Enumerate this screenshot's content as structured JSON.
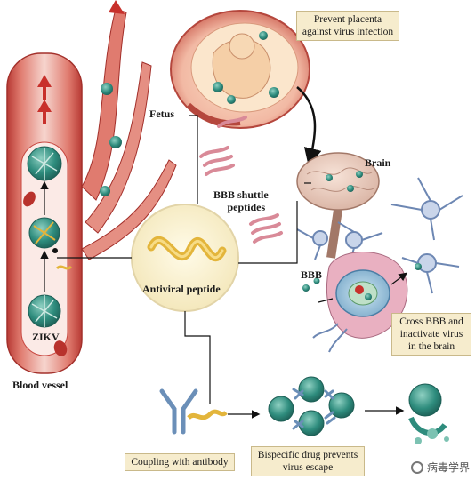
{
  "labels": {
    "fetus": "Fetus",
    "brain": "Brain",
    "bbb_shuttle_line1": "BBB shuttle",
    "bbb_shuttle_line2": "peptides",
    "bbb": "BBB",
    "antiviral_peptide": "Antiviral peptide",
    "zikv": "ZIKV",
    "blood_vessel": "Blood vessel"
  },
  "callouts": {
    "placenta_line1": "Prevent placenta",
    "placenta_line2": "against virus infection",
    "cross_bbb_line1": "Cross BBB and",
    "cross_bbb_line2": "inactivate virus",
    "cross_bbb_line3": "in the brain",
    "coupling": "Coupling with antibody",
    "bispecific_line1": "Bispecific drug prevents",
    "bispecific_line2": "virus escape"
  },
  "watermark": "病毒学界",
  "colors": {
    "vessel_red": "#c8463f",
    "vessel_light": "#f3c9c2",
    "virus_teal": "#2e8c7d",
    "peptide_gold": "#e3b53b",
    "callout_fill": "#f6eccd"
  }
}
